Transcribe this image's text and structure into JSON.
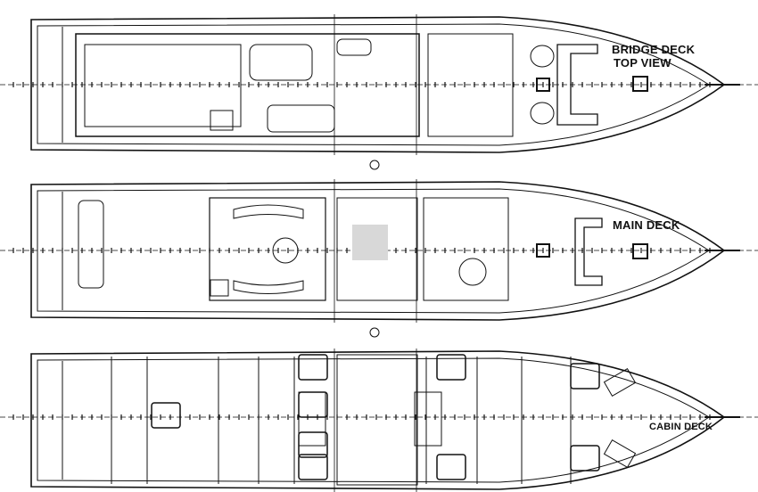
{
  "decks": [
    {
      "id": "bridge",
      "label": "BRIDGE DECK",
      "sublabel": "TOP VIEW"
    },
    {
      "id": "main",
      "label": "MAIN DECK",
      "sublabel": ""
    },
    {
      "id": "cabin",
      "label": "CABIN DECK",
      "sublabel": ""
    }
  ],
  "colors": {
    "line": "#111111",
    "background": "#ffffff",
    "watermark": "#d8d8d8"
  }
}
